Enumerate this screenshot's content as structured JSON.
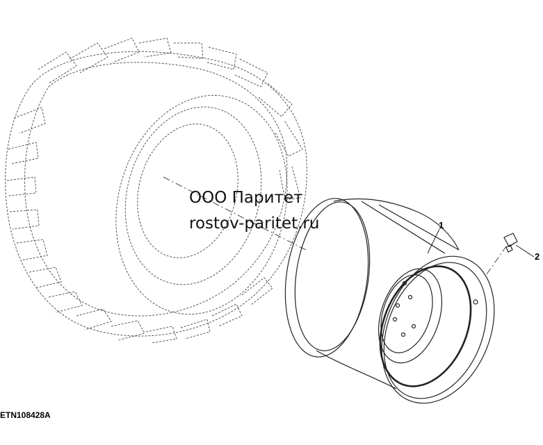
{
  "watermark": {
    "line1": "ООО Паритет",
    "line2": "rostov-paritet.ru"
  },
  "callouts": [
    "1",
    "2"
  ],
  "figure_id": "ETN108428A",
  "colors": {
    "line": "#222222",
    "phantom": "#555555",
    "background": "#ffffff"
  }
}
